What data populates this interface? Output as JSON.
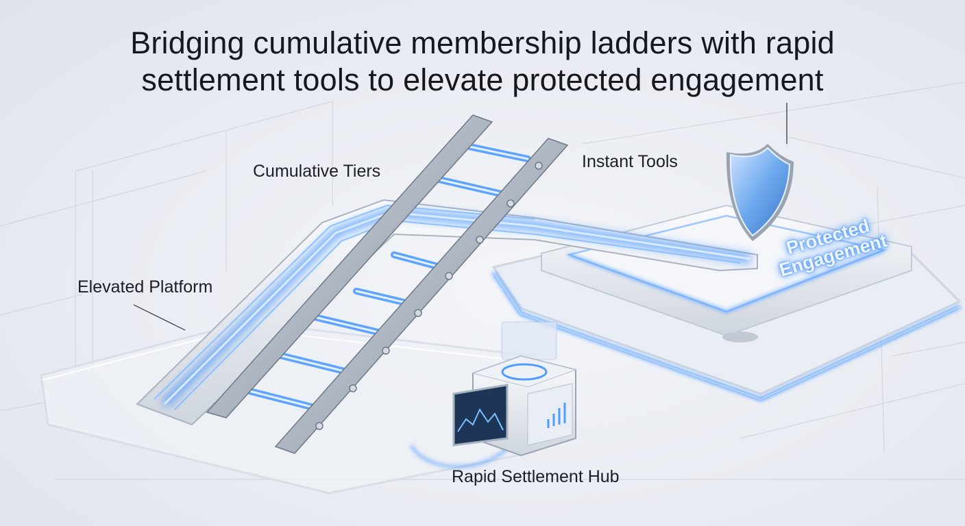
{
  "title": {
    "line1": "Bridging cumulative membership ladders with rapid",
    "line2": "settlement tools to elevate protected engagement"
  },
  "labels": {
    "cumulative_tiers": "Cumulative Tiers",
    "instant_tools": "Instant Tools",
    "elevated_platform": "Elevated Platform",
    "rapid_settlement_hub": "Rapid Settlement Hub"
  },
  "badge": {
    "line1": "Protected",
    "line2": "Engagement"
  },
  "colors": {
    "glow": "#4f9bff",
    "metal": "#b9c0cb",
    "background": "#e9ecf2",
    "shield": "#6aa8f0"
  }
}
